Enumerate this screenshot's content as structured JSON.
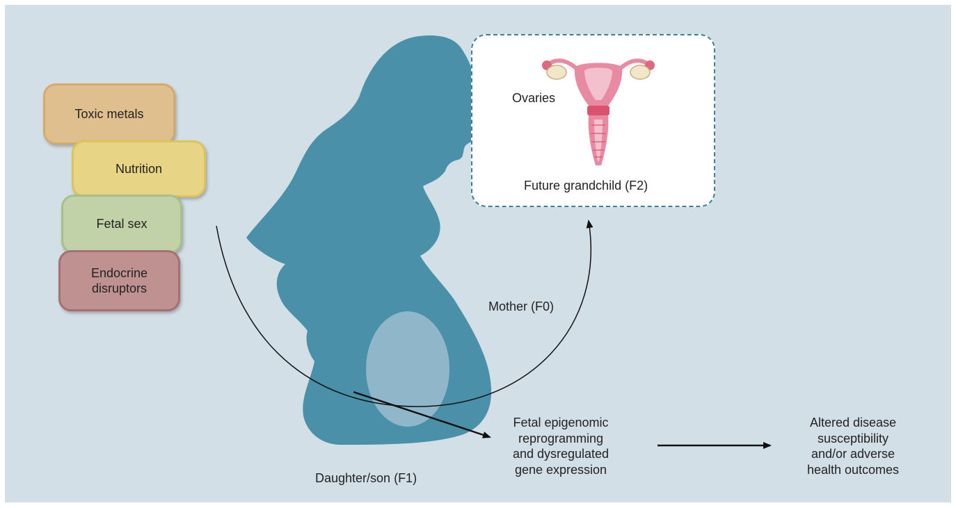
{
  "factors": {
    "toxic_metals": "Toxic metals",
    "nutrition": "Nutrition",
    "fetal_sex": "Fetal sex",
    "endocrine_line1": "Endocrine",
    "endocrine_line2": "disruptors"
  },
  "labels": {
    "ovaries": "Ovaries",
    "future_grandchild": "Future grandchild (F2)",
    "mother": "Mother (F0)",
    "daughter_son": "Daughter/son (F1)"
  },
  "outcomes": {
    "epigenomic": [
      "Fetal epigenomic",
      "reprogramming",
      "and dysregulated",
      "gene expression"
    ],
    "disease": [
      "Altered disease",
      "susceptibility",
      "and/or adverse",
      "health outcomes"
    ]
  },
  "colors": {
    "background": "#d3dfe7",
    "silhouette": "#4a90a8",
    "toxic_metals": "#e0bf8e",
    "nutrition": "#e7d484",
    "fetal_sex": "#c1d1a8",
    "endocrine_disruptors": "#c09191",
    "uterus": "#e98aa3"
  }
}
